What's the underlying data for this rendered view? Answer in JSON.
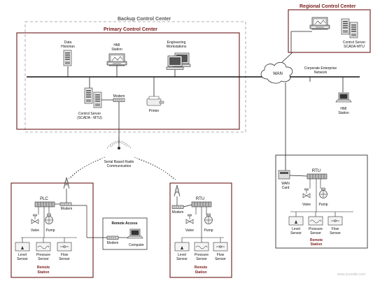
{
  "regions": {
    "backup": "Backup Control Center",
    "primary": "Primary Control Center",
    "regional": "Regional Control Center"
  },
  "devices": {
    "data_historian": [
      "Data",
      "Historian"
    ],
    "hmi_station_primary": [
      "HMI",
      "Station"
    ],
    "engineering_workstations": [
      "Engineering",
      "Workstations"
    ],
    "control_server": [
      "Control Server",
      "(SCADA - MTU)"
    ],
    "modem_primary": "Modem",
    "printer": "Printer",
    "wan": "WAN",
    "corporate_network": [
      "Corporate Enterprise",
      "Network"
    ],
    "hmi_station_corp": [
      "HMI",
      "Station"
    ],
    "regional_control_server": [
      "Control Server",
      "SCADA-MTU"
    ],
    "radio": [
      "Serial Based Radio",
      "Communication"
    ]
  },
  "remote_station_1": {
    "controller": "PLC",
    "modem": "Modem",
    "valve": "Valve",
    "pump": "Pump",
    "sensors": [
      [
        "Level",
        "Sensor"
      ],
      [
        "Pressure",
        "Sensor"
      ],
      [
        "Flow",
        "Sensor"
      ]
    ],
    "title": [
      "Remote",
      "Station"
    ]
  },
  "remote_access": {
    "title": "Remote Access",
    "modem": "Modem",
    "computer": "Computer"
  },
  "remote_station_2": {
    "controller": "RTU",
    "modem": "Modem",
    "valve": "Valve",
    "pump": "Pump",
    "sensors": [
      [
        "Level",
        "Sensor"
      ],
      [
        "Pressure",
        "Sensor"
      ],
      [
        "Flow",
        "Sensor"
      ]
    ],
    "title": [
      "Remote",
      "Station"
    ]
  },
  "remote_station_3": {
    "controller": "RTU",
    "wan_card": [
      "WAN",
      "Card"
    ],
    "valve": "Valve",
    "pump": "Pump",
    "sensors": [
      [
        "Level",
        "Sensor"
      ],
      [
        "Pressure",
        "Sensor"
      ],
      [
        "Flow",
        "Sensor"
      ]
    ],
    "title": [
      "Remote",
      "Station"
    ]
  },
  "watermark": "www.yoursite.com"
}
